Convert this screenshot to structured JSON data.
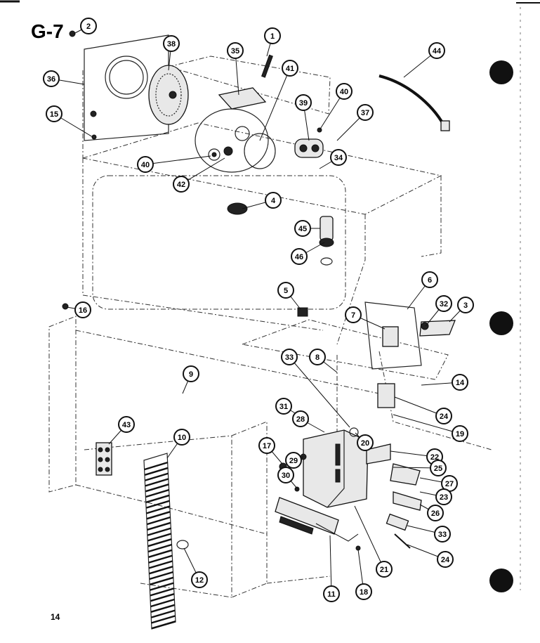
{
  "page": {
    "title": "G-7",
    "page_number": "14"
  },
  "callouts": [
    {
      "id": "c1",
      "label": "2"
    },
    {
      "id": "c2",
      "label": "38"
    },
    {
      "id": "c3",
      "label": "35"
    },
    {
      "id": "c4",
      "label": "1"
    },
    {
      "id": "c5",
      "label": "44"
    },
    {
      "id": "c6",
      "label": "36"
    },
    {
      "id": "c7",
      "label": "15"
    },
    {
      "id": "c8",
      "label": "41"
    },
    {
      "id": "c9",
      "label": "39"
    },
    {
      "id": "c10",
      "label": "40"
    },
    {
      "id": "c11",
      "label": "37"
    },
    {
      "id": "c12",
      "label": "40"
    },
    {
      "id": "c13",
      "label": "42"
    },
    {
      "id": "c14",
      "label": "34"
    },
    {
      "id": "c15",
      "label": "4"
    },
    {
      "id": "c16",
      "label": "45"
    },
    {
      "id": "c17",
      "label": "46"
    },
    {
      "id": "c18",
      "label": "5"
    },
    {
      "id": "c19",
      "label": "6"
    },
    {
      "id": "c20",
      "label": "16"
    },
    {
      "id": "c21",
      "label": "7"
    },
    {
      "id": "c22",
      "label": "32"
    },
    {
      "id": "c23",
      "label": "3"
    },
    {
      "id": "c24",
      "label": "33"
    },
    {
      "id": "c25",
      "label": "8"
    },
    {
      "id": "c26",
      "label": "9"
    },
    {
      "id": "c27",
      "label": "14"
    },
    {
      "id": "c28",
      "label": "24"
    },
    {
      "id": "c29",
      "label": "31"
    },
    {
      "id": "c30",
      "label": "28"
    },
    {
      "id": "c31",
      "label": "20"
    },
    {
      "id": "c32",
      "label": "19"
    },
    {
      "id": "c33",
      "label": "43"
    },
    {
      "id": "c34",
      "label": "10"
    },
    {
      "id": "c35",
      "label": "17"
    },
    {
      "id": "c36",
      "label": "29"
    },
    {
      "id": "c37",
      "label": "22"
    },
    {
      "id": "c38",
      "label": "25"
    },
    {
      "id": "c39",
      "label": "30"
    },
    {
      "id": "c40",
      "label": "27"
    },
    {
      "id": "c41",
      "label": "23"
    },
    {
      "id": "c42",
      "label": "26"
    },
    {
      "id": "c43",
      "label": "33"
    },
    {
      "id": "c44",
      "label": "21"
    },
    {
      "id": "c45",
      "label": "24"
    },
    {
      "id": "c46",
      "label": "12"
    },
    {
      "id": "c47",
      "label": "11"
    },
    {
      "id": "c48",
      "label": "18"
    }
  ]
}
